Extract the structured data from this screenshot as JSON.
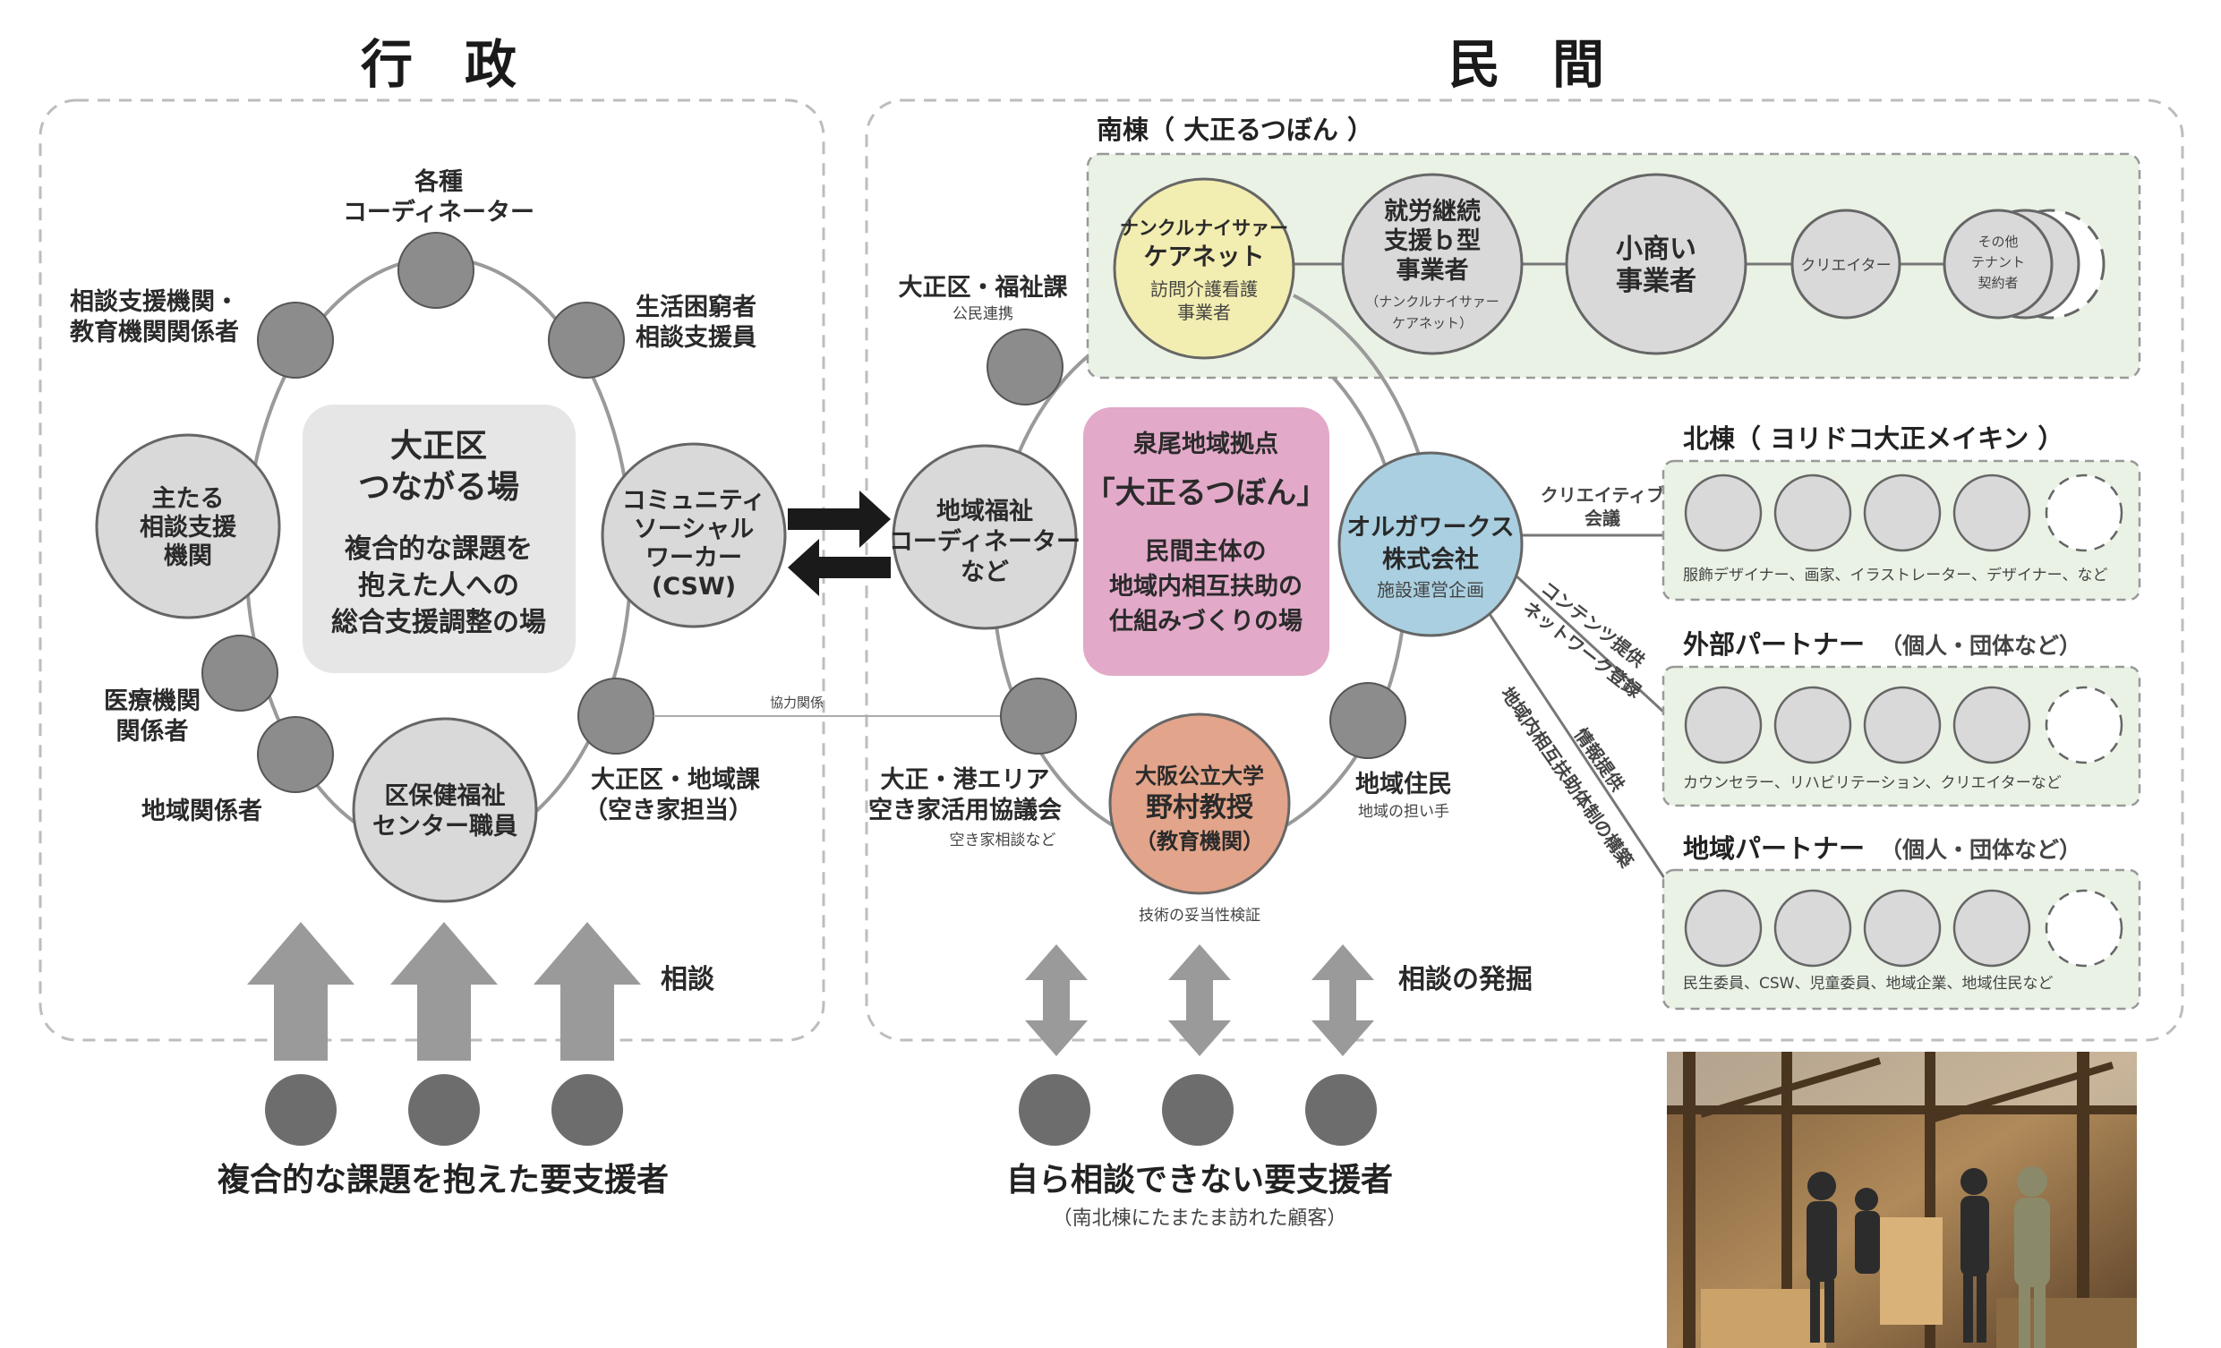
{
  "headers": {
    "gyosei": "行　政",
    "minkan": "民　間"
  },
  "left": {
    "center": {
      "title1": "大正区",
      "title2": "つながる場",
      "l1": "複合的な課題を",
      "l2": "抱えた人への",
      "l3": "総合支援調整の場"
    },
    "nodes": {
      "coordinator": [
        "各種",
        "コーディネーター"
      ],
      "consult_edu": [
        "相談支援機関・",
        "教育機関関係者"
      ],
      "living_poor": [
        "生活困窮者",
        "相談支援員"
      ],
      "main_support": [
        "主たる",
        "相談支援",
        "機関"
      ],
      "csw": [
        "コミュニティ",
        "ソーシャル",
        "ワーカー",
        "(CSW)"
      ],
      "medical": [
        "医療機関",
        "関係者"
      ],
      "local_rel": "地域関係者",
      "health_center": [
        "区保健福祉",
        "センター職員"
      ],
      "regional_div": [
        "大正区・地域課",
        "（空き家担当）"
      ]
    },
    "arrows_label": "相談",
    "caption": "複合的な課題を抱えた要支援者"
  },
  "middle": {
    "welfare_div": "大正区・福祉課",
    "welfare_div_sub": "公民連携",
    "coop_label": "協力関係",
    "local_coord": [
      "地域福祉",
      "コーディネーター",
      "など"
    ],
    "hub": {
      "l1": "泉尾地域拠点",
      "l2": "「大正るつぼん」",
      "l3": "民間主体の",
      "l4": "地域内相互扶助の",
      "l5": "仕組みづくりの場"
    },
    "akiya": [
      "大正・港エリア",
      "空き家活用協議会"
    ],
    "akiya_sub": "空き家相談など",
    "univ": [
      "大阪公立大学",
      "野村教授",
      "（教育機関）"
    ],
    "univ_sub": "技術の妥当性検証",
    "residents": "地域住民",
    "residents_sub": "地域の担い手",
    "arrows_label": "相談の発掘",
    "caption": "自ら相談できない要支援者",
    "caption_sub": "（南北棟にたまたま訪れた顧客）"
  },
  "orga": {
    "l1": "オルガワークス",
    "l2": "株式会社",
    "sub": "施設運営企画",
    "link_creative": [
      "クリエイティブ",
      "会議"
    ],
    "link_contents": "コンテンツ提供",
    "link_network": "ネットワーク登録",
    "link_info": "情報提供",
    "link_mutual": "地域内相互扶助体制の構築"
  },
  "south": {
    "title": "南棟（ 大正るつぼん ）",
    "nankuru": [
      "ナンクルナイサァー",
      "ケアネット",
      "訪問介護看護",
      "事業者"
    ],
    "shuro": [
      "就労継続",
      "支援ｂ型",
      "事業者",
      "（ナンクルナイサァー",
      "ケアネット）"
    ],
    "koakinai": [
      "小商い",
      "事業者"
    ],
    "creator": "クリエイター",
    "tenant": [
      "その他",
      "テナント",
      "契約者"
    ]
  },
  "north": {
    "title": "北棟（ ヨリドコ大正メイキン ）",
    "members": "服飾デザイナー、画家、イラストレーター、デザイナー、など"
  },
  "external": {
    "title": "外部パートナー",
    "title_sub": "（個人・団体など）",
    "members": "カウンセラー、リハビリテーション、クリエイターなど"
  },
  "local": {
    "title": "地域パートナー",
    "title_sub": "（個人・団体など）",
    "members": "民生委員、CSW、児童委員、地域企業、地域住民など"
  },
  "photo": {
    "alt": "site-photo"
  },
  "colors": {
    "node_gray": "#8c8c8c",
    "node_light": "#d9d9d9",
    "hub_pink": "#e2a9c8",
    "nankuru_yellow": "#f2edb0",
    "univ_orange": "#e2a48a",
    "orga_blue": "#a9cfe0",
    "green_bg": "#e9f2e4",
    "arrow_gray": "#9a9a9a"
  }
}
